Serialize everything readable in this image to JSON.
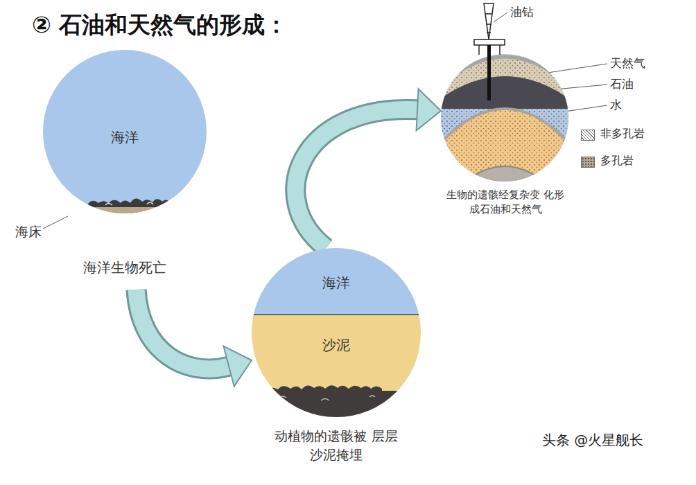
{
  "diagram": {
    "title": "② 石油和天然气的形成：",
    "nodes": [
      {
        "text": [
          "海洋",
          "海洋生物死亡"
        ]
      },
      {
        "text": [
          "海洋",
          "沙泥",
          "动植物的遗骸被 层层沙泥掩埋"
        ]
      },
      {
        "text": [
          "生物的遗骸经复杂变 化形成石油和天然气"
        ]
      }
    ],
    "edges": [
      {
        "from": 0,
        "to": 1,
        "arrow": "to"
      },
      {
        "from": 1,
        "to": 2,
        "arrow": "to"
      }
    ],
    "labels": [
      "海床",
      "油钻",
      "天然气",
      "石油",
      "水",
      "头条 @火星舰长"
    ],
    "legend": [
      {
        "text": "非多孔岩"
      },
      {
        "text": "多孔岩"
      }
    ]
  }
}
